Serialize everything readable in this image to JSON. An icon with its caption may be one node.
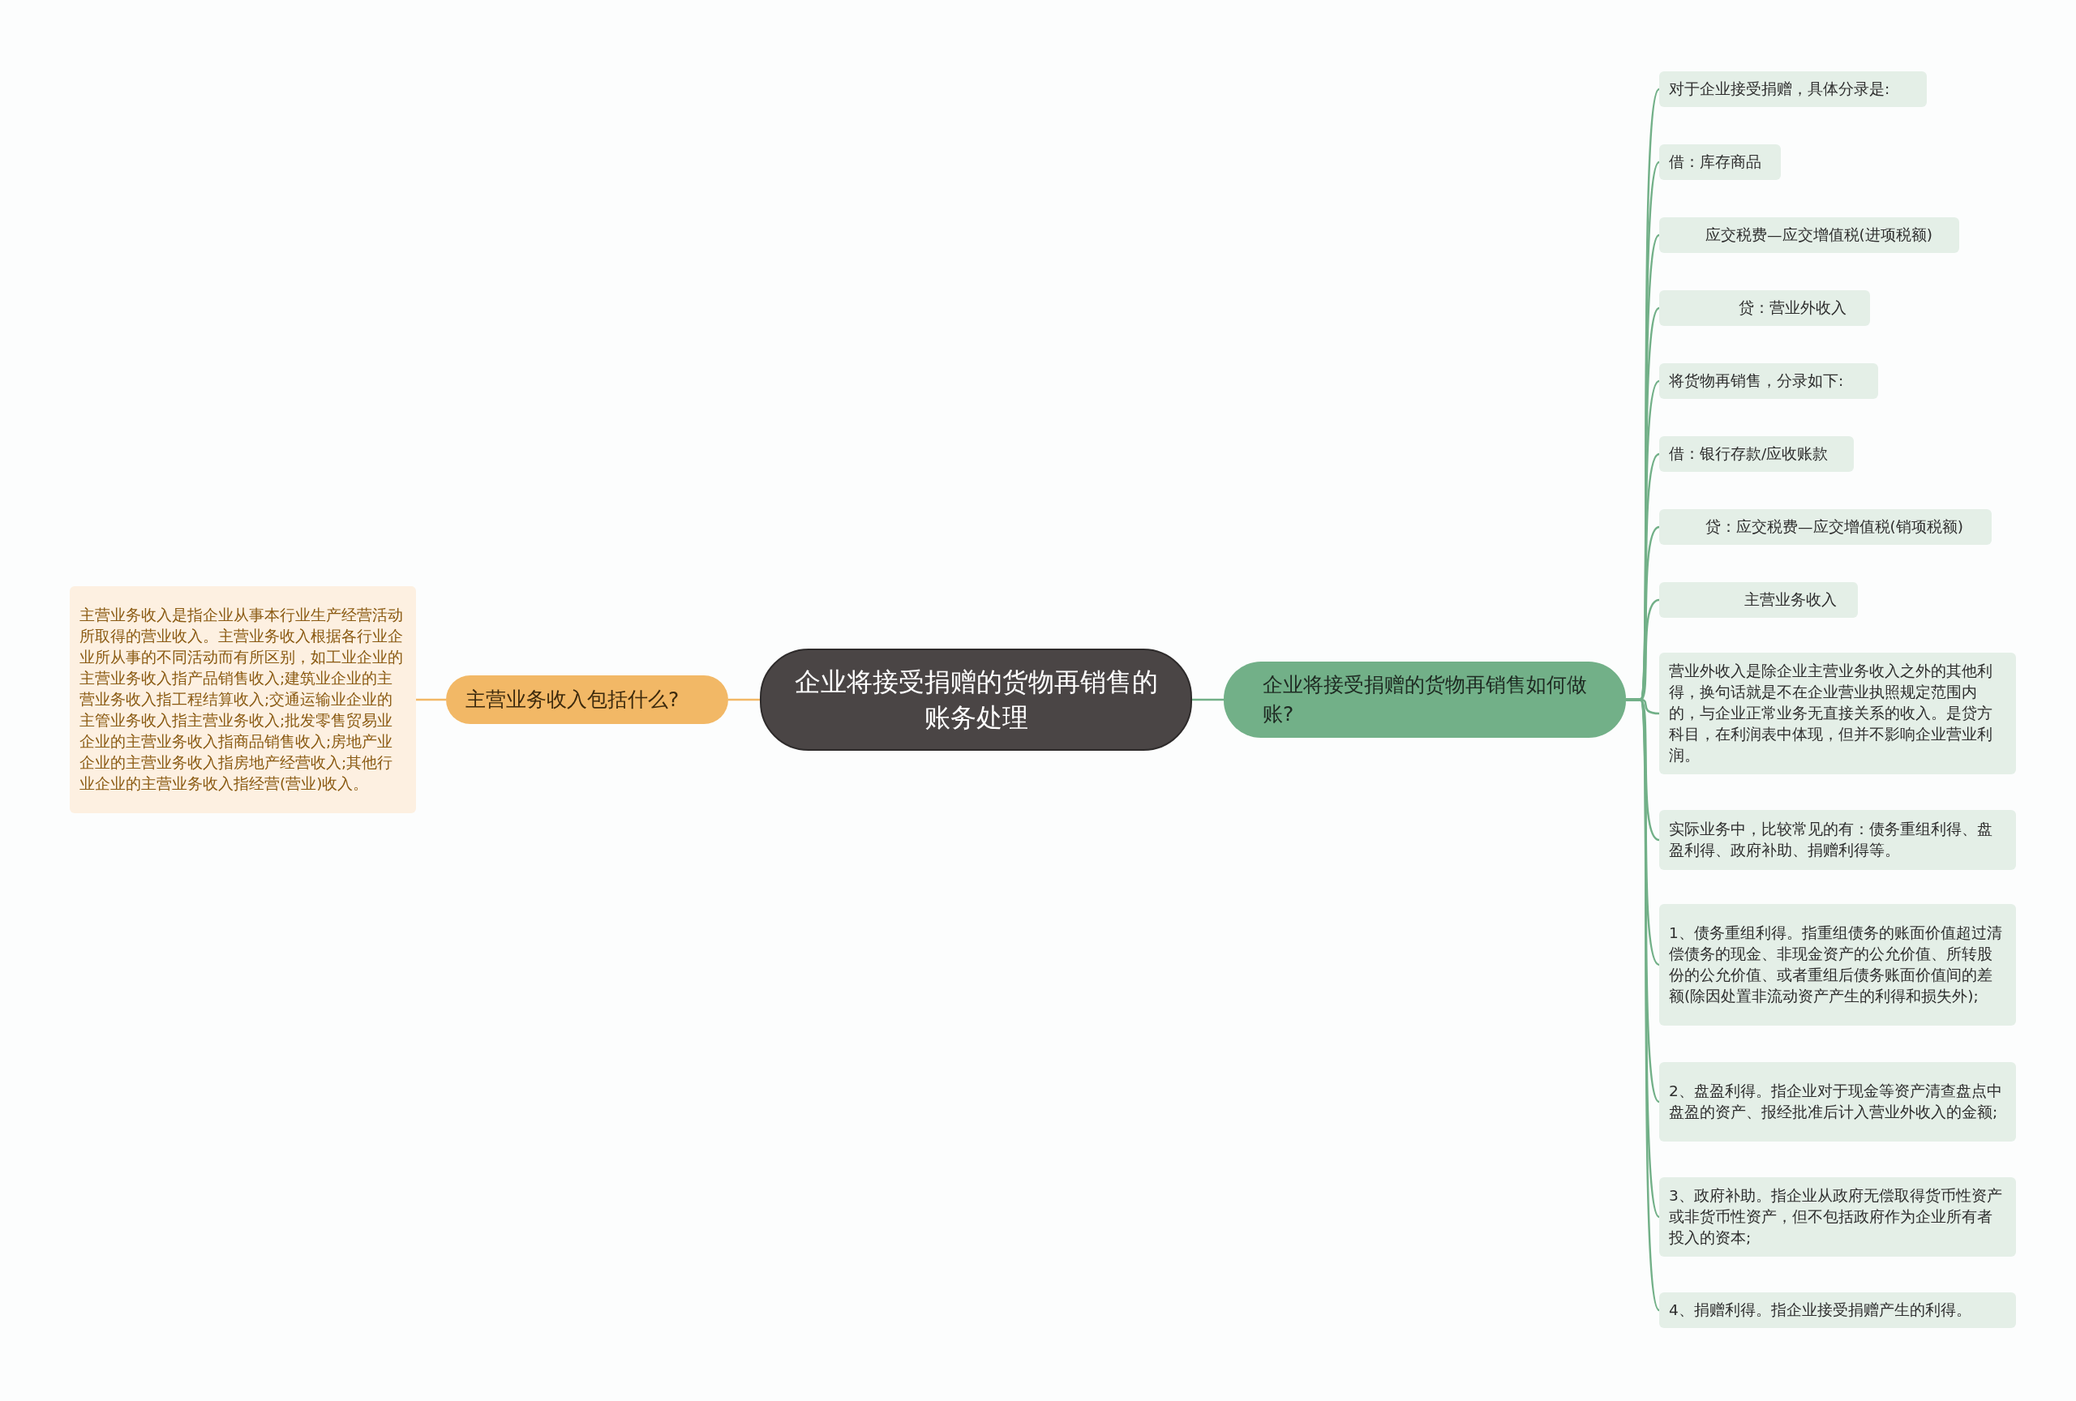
{
  "diagram": {
    "nodes": [
      {
        "text": [
          "企业将接受捐赠的货物再销售的账务处理"
        ]
      },
      {
        "text": [
          "主营业务收入包括什么?"
        ]
      },
      {
        "text": [
          "主营业务收入是指企业从事本行业生产经营活动所取得的营业收入。主营业务收入根据各行业企业所从事的不同活动而有所区别，如工业企业的主营业务收入指产品销售收入;建筑业企业的主营业务收入指工程结算收入;交通运输业企业的主管业务收入指主营业务收入;批发零售贸易业企业的主营业务收入指商品销售收入;房地产业企业的主营业务收入指房地产经营收入;其他行业企业的主营业务收入指经营(营业)收入。"
        ]
      },
      {
        "text": [
          "企业将接受捐赠的货物再销售如何做账?"
        ]
      },
      {
        "text": [
          "对于企业接受捐赠，具体分录是:"
        ]
      },
      {
        "text": [
          "借：库存商品"
        ]
      },
      {
        "text": [
          "应交税费—应交增值税(进项税额)"
        ]
      },
      {
        "text": [
          "贷：营业外收入"
        ]
      },
      {
        "text": [
          "将货物再销售，分录如下:"
        ]
      },
      {
        "text": [
          "借：银行存款/应收账款"
        ]
      },
      {
        "text": [
          "贷：应交税费—应交增值税(销项税额)"
        ]
      },
      {
        "text": [
          "主营业务收入"
        ]
      },
      {
        "text": [
          "营业外收入是除企业主营业务收入之外的其他利得，换句话就是不在企业营业执照规定范围内的，与企业正常业务无直接关系的收入。是贷方科目，在利润表中体现，但并不影响企业营业利润。"
        ]
      },
      {
        "text": [
          "实际业务中，比较常见的有：债务重组利得、盘盈利得、政府补助、捐赠利得等。"
        ]
      },
      {
        "text": [
          "1、债务重组利得。指重组债务的账面价值超过清偿债务的现金、非现金资产的公允价值、所转股份的公允价值、或者重组后债务账面价值间的差额(除因处置非流动资产产生的利得和损失外);"
        ]
      },
      {
        "text": [
          "2、盘盈利得。指企业对于现金等资产清查盘点中盘盈的资产、报经批准后计入营业外收入的金额;"
        ]
      },
      {
        "text": [
          "3、政府补助。指企业从政府无偿取得货币性资产或非货币性资产，但不包括政府作为企业所有者投入的资本;"
        ]
      },
      {
        "text": [
          "4、捐赠利得。指企业接受捐赠产生的利得。"
        ]
      }
    ],
    "edges": [
      {
        "from": 0,
        "to": 1,
        "arrow": "none",
        "color": "#f2b866"
      },
      {
        "from": 1,
        "to": 2,
        "arrow": "none",
        "color": "#f2b866"
      },
      {
        "from": 0,
        "to": 3,
        "arrow": "none"
      },
      {
        "from": 3,
        "to": 4,
        "arrow": "none"
      },
      {
        "from": 3,
        "to": 5,
        "arrow": "none"
      },
      {
        "from": 3,
        "to": 6,
        "arrow": "none"
      },
      {
        "from": 3,
        "to": 7,
        "arrow": "none"
      },
      {
        "from": 3,
        "to": 8,
        "arrow": "none"
      },
      {
        "from": 3,
        "to": 9,
        "arrow": "none"
      },
      {
        "from": 3,
        "to": 10,
        "arrow": "none"
      },
      {
        "from": 3,
        "to": 11,
        "arrow": "none"
      },
      {
        "from": 3,
        "to": 12,
        "arrow": "none"
      },
      {
        "from": 3,
        "to": 13,
        "arrow": "none"
      },
      {
        "from": 3,
        "to": 14,
        "arrow": "none"
      },
      {
        "from": 3,
        "to": 15,
        "arrow": "none"
      },
      {
        "from": 3,
        "to": 16,
        "arrow": "none"
      },
      {
        "from": 3,
        "to": 17,
        "arrow": "none"
      }
    ]
  }
}
